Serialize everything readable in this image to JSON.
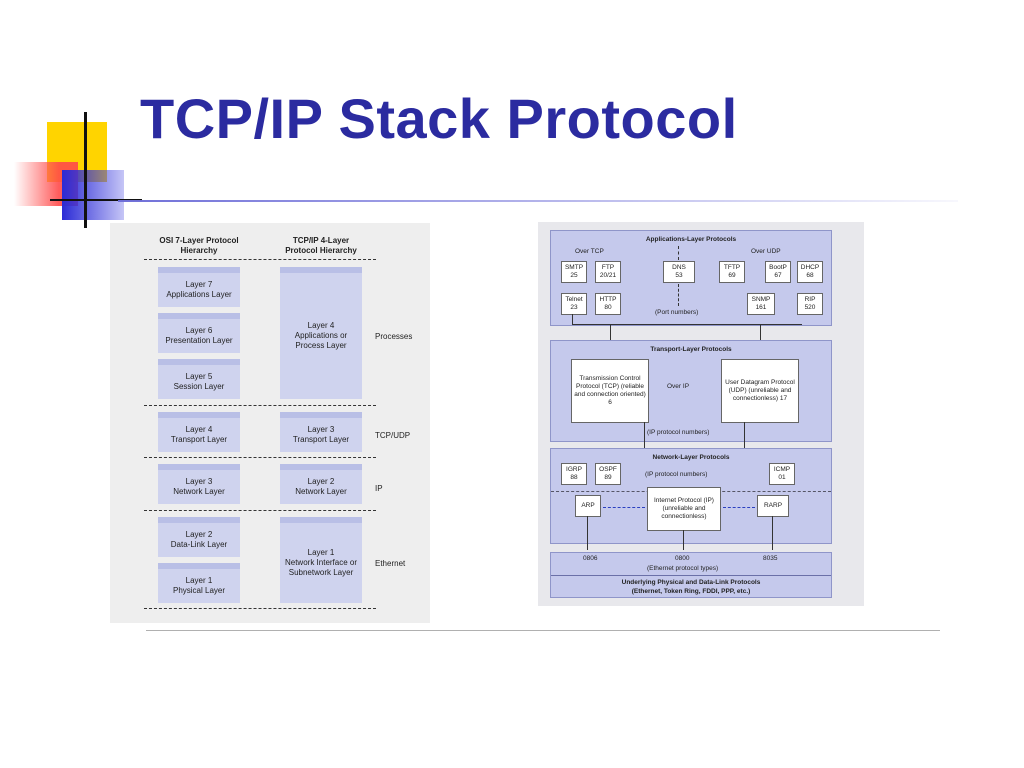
{
  "slide": {
    "title": "TCP/IP Stack Protocol"
  },
  "colors": {
    "title": "#2b2ba0",
    "layer_box": "#cfd3ee",
    "section_fill": "#c5c9ec"
  },
  "left_diagram": {
    "osi_header": "OSI 7-Layer Protocol Hierarchy",
    "tcpip_header": "TCP/IP 4-Layer Protocol Hierarchy",
    "osi_layers": [
      {
        "num": "Layer 7",
        "name": "Applications Layer"
      },
      {
        "num": "Layer 6",
        "name": "Presentation Layer"
      },
      {
        "num": "Layer 5",
        "name": "Session Layer"
      },
      {
        "num": "Layer 4",
        "name": "Transport Layer"
      },
      {
        "num": "Layer 3",
        "name": "Network Layer"
      },
      {
        "num": "Layer 2",
        "name": "Data-Link Layer"
      },
      {
        "num": "Layer 1",
        "name": "Physical Layer"
      }
    ],
    "tcpip_layers": [
      {
        "num": "Layer 4",
        "name": "Applications or Process Layer"
      },
      {
        "num": "Layer 3",
        "name": "Transport Layer"
      },
      {
        "num": "Layer 2",
        "name": "Network Layer"
      },
      {
        "num": "Layer 1",
        "name": "Network Interface or Subnetwork Layer"
      }
    ],
    "side_labels": [
      "Processes",
      "TCP/UDP",
      "IP",
      "Ethernet"
    ]
  },
  "right_diagram": {
    "app_title": "Applications-Layer Protocols",
    "over_tcp": "Over TCP",
    "over_udp": "Over UDP",
    "app_protocols": [
      {
        "name": "SMTP",
        "port": "25"
      },
      {
        "name": "FTP",
        "port": "20/21"
      },
      {
        "name": "DNS",
        "port": "53"
      },
      {
        "name": "TFTP",
        "port": "69"
      },
      {
        "name": "BootP",
        "port": "67"
      },
      {
        "name": "DHCP",
        "port": "68"
      },
      {
        "name": "Telnet",
        "port": "23"
      },
      {
        "name": "HTTP",
        "port": "80"
      },
      {
        "name": "SNMP",
        "port": "161"
      },
      {
        "name": "RIP",
        "port": "520"
      }
    ],
    "port_numbers": "(Port numbers)",
    "transport_title": "Transport-Layer Protocols",
    "tcp_box": "Transmission Control Protocol (TCP) (reliable and connection oriented) 6",
    "over_ip": "Over IP",
    "udp_box": "User Datagram Protocol (UDP) (unreliable and connectionless) 17",
    "ip_protocol_numbers": "(IP protocol numbers)",
    "network_title": "Network-Layer Protocols",
    "igrp": {
      "name": "IGRP",
      "num": "88"
    },
    "ospf": {
      "name": "OSPF",
      "num": "89"
    },
    "ip_protocol_numbers_2": "(IP protocol numbers)",
    "icmp": {
      "name": "ICMP",
      "num": "01"
    },
    "arp": "ARP",
    "ip_box": "Internet Protocol (IP) (unreliable and connectionless)",
    "rarp": "RARP",
    "eth_types": [
      "0806",
      "0800",
      "8035"
    ],
    "eth_protocol_types": "(Ethernet protocol types)",
    "physical_title": "Underlying Physical and Data-Link Protocols",
    "physical_sub": "(Ethernet, Token Ring, FDDI, PPP, etc.)"
  }
}
